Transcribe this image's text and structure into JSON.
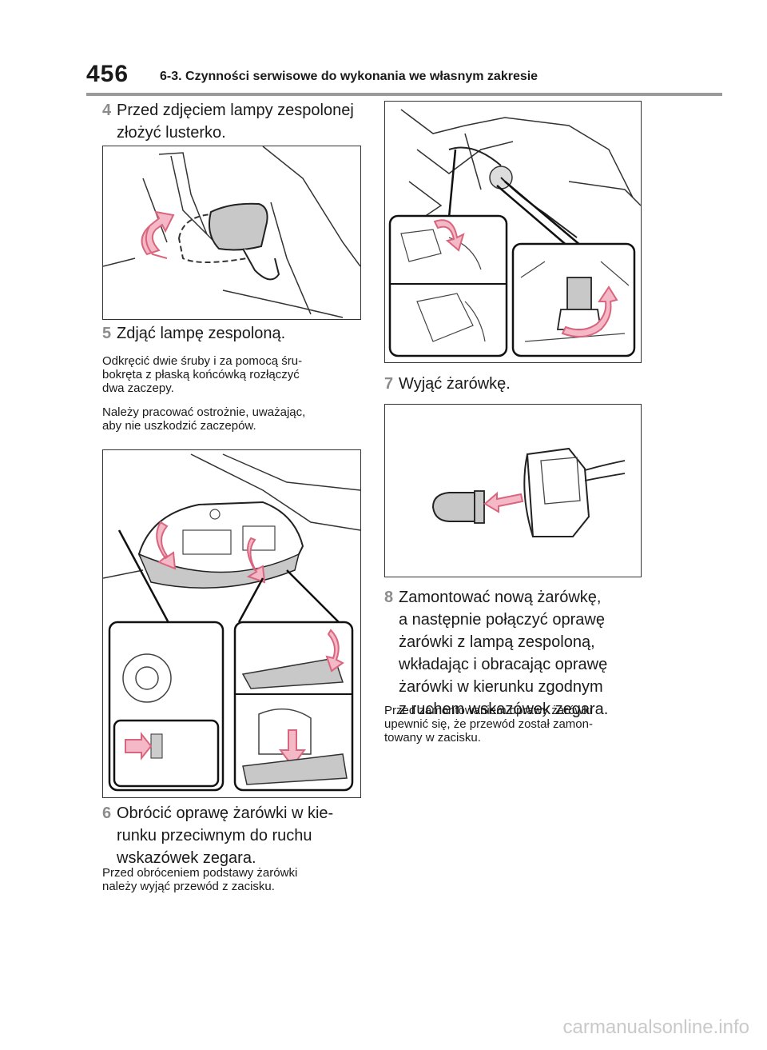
{
  "header": {
    "page_number": "456",
    "section_title": "6-3. Czynności serwisowe do wykonania we własnym zakresie"
  },
  "steps": {
    "s4": {
      "num": "4",
      "line1": "Przed zdjęciem lampy zespolonej",
      "line2": "złożyć lusterko."
    },
    "s5": {
      "num": "5",
      "line1": "Zdjąć lampę zespoloną.",
      "note1_l1": "Odkręcić dwie śruby i za pomocą śru-",
      "note1_l2": "bokręta z płaską końcówką rozłączyć",
      "note1_l3": "dwa zaczepy.",
      "note2_l1": "Należy pracować ostrożnie, uważając,",
      "note2_l2": "aby nie uszkodzić zaczepów."
    },
    "s6": {
      "num": "6",
      "line1": "Obrócić oprawę żarówki w kie-",
      "line2": "runku przeciwnym do ruchu",
      "line3": "wskazówek zegara.",
      "note_l1": "Przed obróceniem podstawy żarówki",
      "note_l2": "należy wyjąć przewód z zacisku."
    },
    "s7": {
      "num": "7",
      "line1": "Wyjąć żarówkę."
    },
    "s8": {
      "num": "8",
      "line1": "Zamontować nową żarówkę,",
      "line2": "a następnie połączyć oprawę",
      "line3": "żarówki z lampą zespoloną,",
      "line4": "wkładając i obracając oprawę",
      "line5": "żarówki w kierunku zgodnym",
      "line6": "z ruchem wskazówek zegara.",
      "note_l1": "Przed zamontowaniem oprawy żarówki",
      "note_l2": "upewnić się, że przewód został zamon-",
      "note_l3": "towany w zacisku."
    }
  },
  "footer": {
    "watermark": "carmanualsonline.info"
  },
  "colors": {
    "arrow_fill": "#f4b8c6",
    "arrow_stroke": "#d9667f",
    "step_number": "#8c8c8c",
    "rule": "#9a9a9a"
  }
}
